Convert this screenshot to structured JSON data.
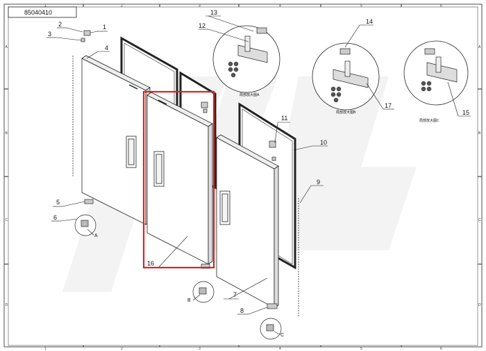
{
  "drawing_number": "85040410",
  "grid": {
    "columns": [
      "1",
      "2",
      "3",
      "4",
      "5",
      "6"
    ],
    "rows": [
      "A",
      "B",
      "C",
      "D"
    ]
  },
  "callouts": [
    "1",
    "2",
    "3",
    "4",
    "5",
    "6",
    "7",
    "8",
    "9",
    "10",
    "11",
    "12",
    "13",
    "14",
    "15",
    "16",
    "17"
  ],
  "detail_markers": [
    "A",
    "B",
    "C"
  ],
  "detail_views": {
    "a": "局部放大图A",
    "b": "局部放大图B",
    "c": "局部放大图C"
  },
  "highlight": {
    "part": "16",
    "color": "#e02020"
  }
}
